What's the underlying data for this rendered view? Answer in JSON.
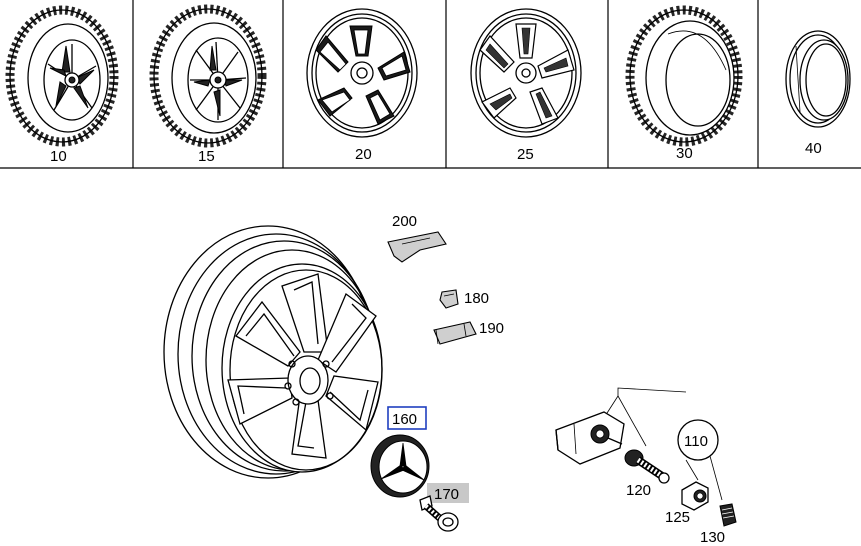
{
  "parts_top": [
    {
      "number": "10"
    },
    {
      "number": "15"
    },
    {
      "number": "20"
    },
    {
      "number": "25"
    },
    {
      "number": "30"
    },
    {
      "number": "40"
    }
  ],
  "parts_bottom": {
    "p200": "200",
    "p180": "180",
    "p190": "190",
    "p160": "160",
    "p170": "170",
    "p110": "110",
    "p120": "120",
    "p125": "125",
    "p130": "130"
  },
  "colors": {
    "highlight_box": "#1f3fbf",
    "selected_fill": "#c8c8c8"
  }
}
